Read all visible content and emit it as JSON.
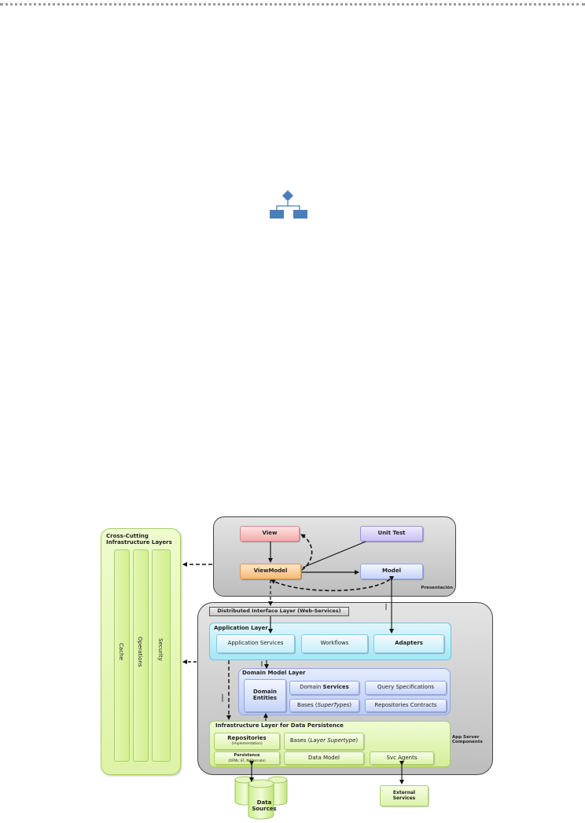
{
  "colors": {
    "icon_blue": "#4a7ebb"
  },
  "icons": {
    "flowchart": "flowchart-icon"
  },
  "diagram": {
    "cross_cutting": {
      "title": "Cross-Cutting\nInfrastructure Layers",
      "columns": [
        "Cache",
        "Operations",
        "Security"
      ]
    },
    "presentation": {
      "label": "Presentación",
      "view": "View",
      "unit_test": "Unit Test",
      "viewmodel": "ViewModel",
      "model": "Model"
    },
    "distributed_interface": "Distributed Interface Layer (Web-Services)",
    "application_layer": {
      "title": "Application Layer",
      "items": [
        "Application Services",
        "Workflows",
        "Adapters"
      ]
    },
    "domain_model_layer": {
      "title": "Domain Model Layer",
      "entities": "Domain\nEntities",
      "services_prefix": "Domain ",
      "services_bold": "Services",
      "query": "Query Specifications",
      "bases_prefix": "Bases (",
      "bases_italic": "SuperTypes",
      "bases_suffix": ")",
      "repos_contracts": "Repositories Contracts"
    },
    "infrastructure_layer": {
      "title": "Infrastructure Layer for Data Persistence",
      "repositories": "Repositories",
      "repositories_sub": "(Implementation)",
      "bases_prefix": "Bases (",
      "bases_italic": "Layer Supertype",
      "bases_suffix": ")",
      "persistence": "Persistence",
      "persistence_sub": "(ORMs: EF, NHibernate)",
      "data_model": "Data Model",
      "svc_agents": "Svc Agents"
    },
    "app_server": "App Server\nComponents",
    "data_sources": "Data\nSources",
    "external_services": "External\nServices"
  }
}
